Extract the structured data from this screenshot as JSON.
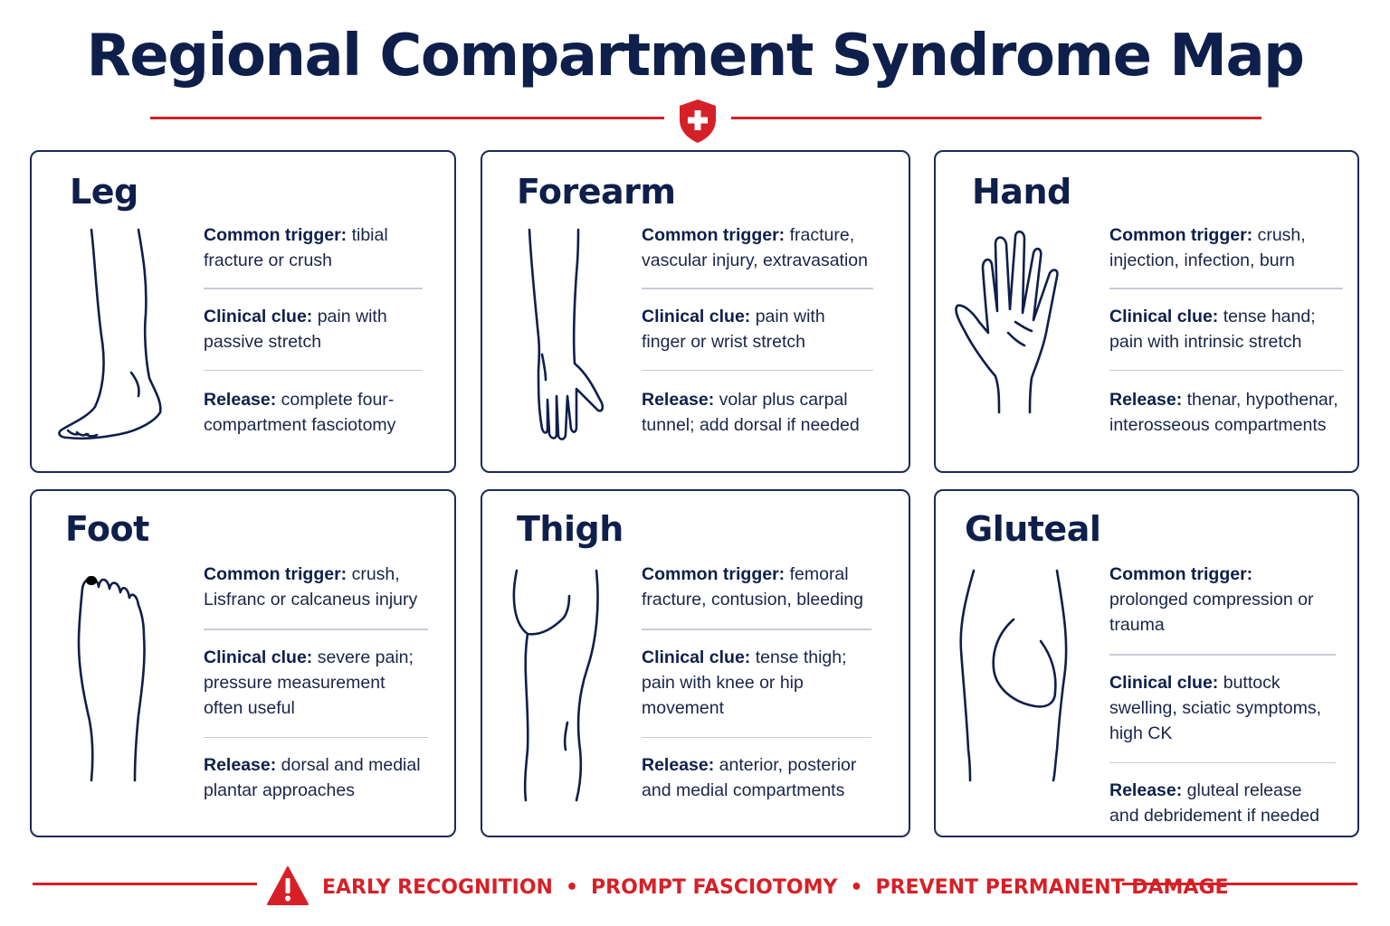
{
  "title": "Regional Compartment Syndrome Map",
  "colors": {
    "navy": "#0f1f4b",
    "red": "#d62027",
    "border": "#1a2a5a",
    "divider": "#c9ccd6"
  },
  "icons": {
    "header": "medical-cross-shield-icon",
    "footer": "warning-triangle-icon"
  },
  "cards": [
    {
      "title": "Leg",
      "illustration": "leg-outline",
      "items": [
        {
          "key": "Common trigger:",
          "text": " tibial fracture or crush"
        },
        {
          "key": "Clinical clue:",
          "text": " pain with passive stretch"
        },
        {
          "key": "Release:",
          "text": " complete four-compartment fasciotomy"
        }
      ]
    },
    {
      "title": "Forearm",
      "illustration": "forearm-outline",
      "items": [
        {
          "key": "Common trigger:",
          "text": " fracture, vascular injury, extravasation"
        },
        {
          "key": "Clinical clue:",
          "text": " pain with finger or wrist stretch"
        },
        {
          "key": "Release:",
          "text": " volar plus carpal tunnel; add dorsal if needed"
        }
      ]
    },
    {
      "title": "Hand",
      "illustration": "hand-outline",
      "items": [
        {
          "key": "Common trigger:",
          "text": " crush, injection, infection, burn"
        },
        {
          "key": "Clinical clue:",
          "text": " tense hand; pain with intrinsic stretch"
        },
        {
          "key": "Release:",
          "text": " thenar, hypothenar, interosseous compartments"
        }
      ]
    },
    {
      "title": "Foot",
      "illustration": "foot-outline",
      "items": [
        {
          "key": "Common trigger:",
          "text": " crush, Lisfranc or calcaneus injury"
        },
        {
          "key": "Clinical clue:",
          "text": " severe pain; pressure measurement often useful"
        },
        {
          "key": "Release:",
          "text": " dorsal and medial plantar approaches"
        }
      ]
    },
    {
      "title": "Thigh",
      "illustration": "thigh-outline",
      "items": [
        {
          "key": "Common trigger:",
          "text": " femoral fracture, contusion, bleeding"
        },
        {
          "key": "Clinical clue:",
          "text": " tense thigh; pain with knee or hip movement"
        },
        {
          "key": "Release:",
          "text": " anterior, posterior and medial compartments"
        }
      ]
    },
    {
      "title": "Gluteal",
      "illustration": "gluteal-outline",
      "items": [
        {
          "key": "Common trigger:",
          "text": " prolonged compression or trauma"
        },
        {
          "key": "Clinical clue:",
          "text": " buttock swelling, sciatic symptoms, high CK"
        },
        {
          "key": "Release:",
          "text": " gluteal release and debridement if needed"
        }
      ]
    }
  ],
  "footer": {
    "items": [
      "EARLY RECOGNITION",
      "PROMPT FASCIOTOMY",
      "PREVENT PERMANENT DAMAGE"
    ],
    "separator": "•"
  }
}
